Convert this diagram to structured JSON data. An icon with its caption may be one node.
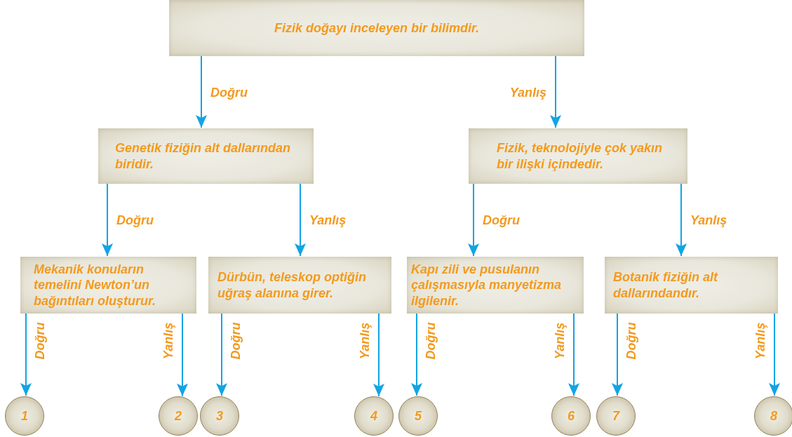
{
  "diagram": {
    "nodes": [
      {
        "text": [
          "Fizik doğayı inceleyen bir bilimdir."
        ]
      },
      {
        "text": [
          "Genetik fiziğin alt dallarından biridir."
        ]
      },
      {
        "text": [
          "Fizik, teknolojiyle çok yakın bir ilişki içindedir."
        ]
      },
      {
        "text": [
          "Mekanik konuların temelini Newton’un bağıntıları oluşturur."
        ]
      },
      {
        "text": [
          "Dürbün, teleskop optiğin uğraş alanına girer."
        ]
      },
      {
        "text": [
          "Kapı zili ve pusulanın çalışmasıyla manyetizma ilgilenir."
        ]
      },
      {
        "text": [
          "Botanik fiziğin alt dallarındandır."
        ]
      },
      {
        "text": [
          "1"
        ]
      },
      {
        "text": [
          "2"
        ]
      },
      {
        "text": [
          "3"
        ]
      },
      {
        "text": [
          "4"
        ]
      },
      {
        "text": [
          "5"
        ]
      },
      {
        "text": [
          "6"
        ]
      },
      {
        "text": [
          "7"
        ]
      },
      {
        "text": [
          "8"
        ]
      }
    ],
    "edges": [
      {
        "from": 0,
        "to": 1,
        "arrow": "to",
        "label": "Doğru"
      },
      {
        "from": 0,
        "to": 2,
        "arrow": "to",
        "label": "Yanlış"
      },
      {
        "from": 1,
        "to": 3,
        "arrow": "to",
        "label": "Doğru"
      },
      {
        "from": 1,
        "to": 4,
        "arrow": "to",
        "label": "Yanlış"
      },
      {
        "from": 2,
        "to": 5,
        "arrow": "to",
        "label": "Doğru"
      },
      {
        "from": 2,
        "to": 6,
        "arrow": "to",
        "label": "Yanlış"
      },
      {
        "from": 3,
        "to": 7,
        "arrow": "to",
        "label": "Doğru"
      },
      {
        "from": 3,
        "to": 8,
        "arrow": "to",
        "label": "Yanlış"
      },
      {
        "from": 4,
        "to": 9,
        "arrow": "to",
        "label": "Doğru"
      },
      {
        "from": 4,
        "to": 10,
        "arrow": "to",
        "label": "Yanlış"
      },
      {
        "from": 5,
        "to": 11,
        "arrow": "to",
        "label": "Doğru"
      },
      {
        "from": 5,
        "to": 12,
        "arrow": "to",
        "label": "Yanlış"
      },
      {
        "from": 6,
        "to": 13,
        "arrow": "to",
        "label": "Doğru"
      },
      {
        "from": 6,
        "to": 14,
        "arrow": "to",
        "label": "Yanlış"
      }
    ]
  }
}
